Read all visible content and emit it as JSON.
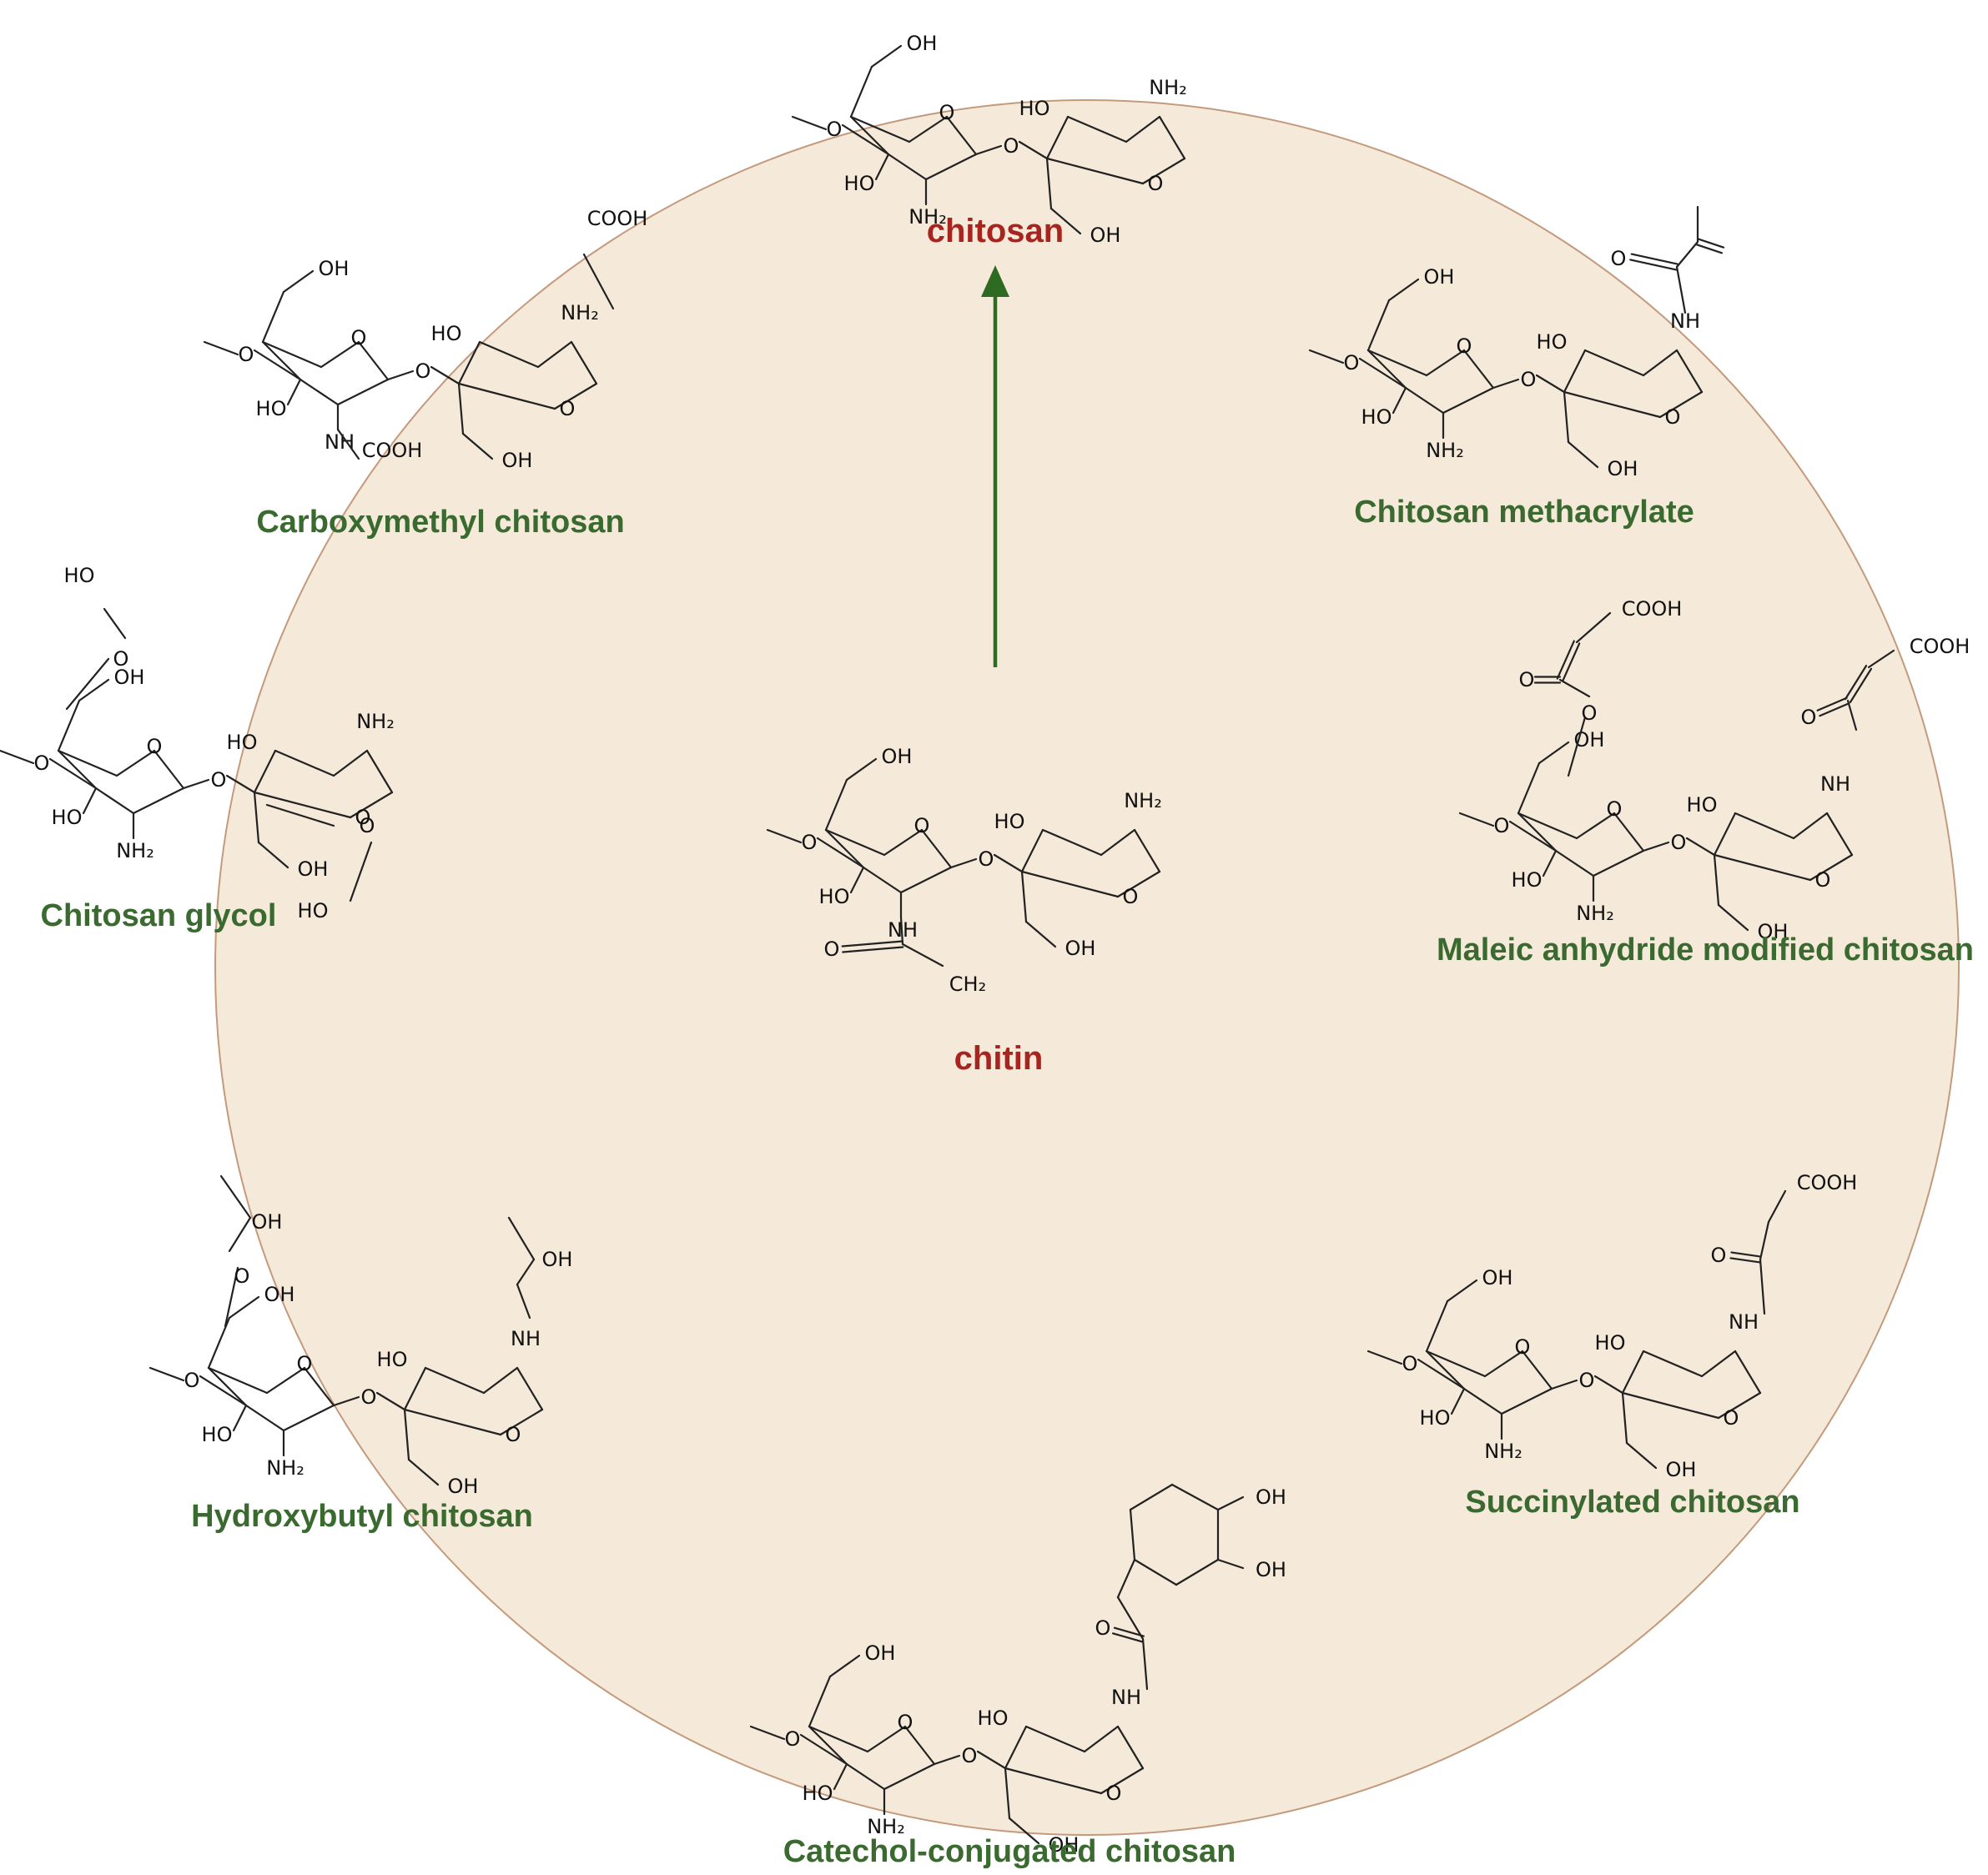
{
  "colors": {
    "circle_fill": "#f5e9d9",
    "circle_stroke": "#c49a7c",
    "center_label": "#a8251f",
    "derivative_label": "#3a6a2f",
    "arrow": "#2e6b22"
  },
  "center": {
    "source_label": "chitin",
    "target_label": "chitosan"
  },
  "derivatives": [
    {
      "label": "Carboxymethyl chitosan"
    },
    {
      "label": "Chitosan methacrylate"
    },
    {
      "label": "Chitosan glycol"
    },
    {
      "label": "Maleic anhydride modified chitosan"
    },
    {
      "label": "Hydroxybutyl chitosan"
    },
    {
      "label": "Succinylated chitosan"
    },
    {
      "label": "Catechol-conjugated chitosan"
    }
  ],
  "atom_labels": {
    "oh": "OH",
    "ho": "HO",
    "o": "O",
    "nh2": "NH₂",
    "nh": "NH",
    "cooh": "COOH",
    "ch2": "CH₂",
    "ho_alkyl": "HO",
    "oh_alkyl": "OH"
  },
  "groups": {
    "chitosan": [
      "nh2",
      "nh2"
    ],
    "chitin": [
      "nh",
      "nh2"
    ],
    "carboxymethyl": [
      "nh",
      "nh2"
    ],
    "methacrylate": [
      "nh2",
      "nh"
    ],
    "glycol": [
      "nh2",
      "nh2"
    ],
    "maleic": [
      "nh2",
      "nh"
    ],
    "hydroxybutyl": [
      "nh2",
      "nh"
    ],
    "succinyl": [
      "nh2",
      "nh"
    ],
    "catechol": [
      "nh2",
      "nh"
    ]
  }
}
